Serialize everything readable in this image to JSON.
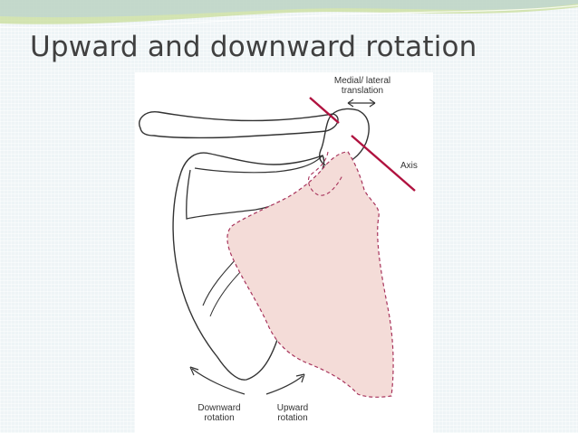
{
  "slide": {
    "title": "Upward and downward rotation"
  },
  "figure": {
    "labels": {
      "medial_lateral_line1": "Medial/ lateral",
      "medial_lateral_line2": "translation",
      "axis": "Axis",
      "downward_line1": "Downward",
      "downward_line2": "rotation",
      "upward_line1": "Upward",
      "upward_line2": "rotation"
    },
    "colors": {
      "axis_line": "#b0123f",
      "shaded_scapula_fill": "#f4dcd8",
      "shaded_scapula_outline": "#a8345c",
      "bone_outline": "#333333",
      "title_text": "#404040",
      "banner": "#c8dd9a"
    }
  }
}
